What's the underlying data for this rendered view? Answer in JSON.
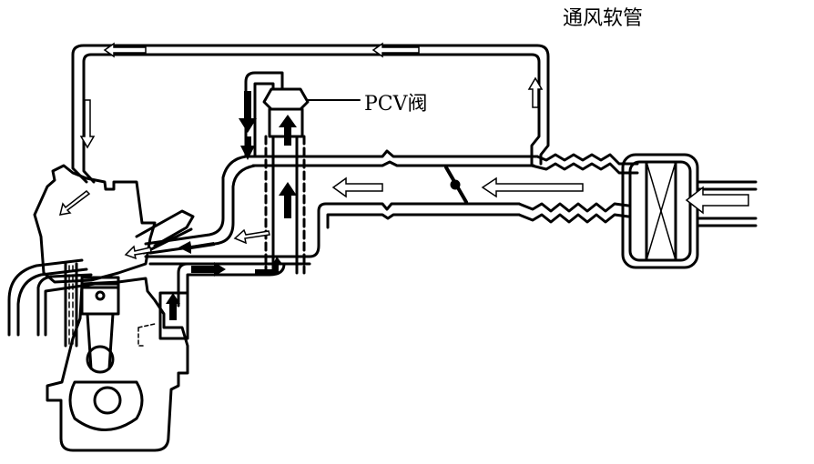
{
  "diagram": {
    "type": "PCV crankcase ventilation system",
    "labels": {
      "ventilation_hose": "通风软管",
      "pcv_valve": "PCV阀"
    },
    "components": [
      "engine-block",
      "cylinder-head",
      "piston",
      "connecting-rod",
      "crankshaft",
      "intake-manifold",
      "throttle-valve",
      "pcv-valve",
      "ventilation-hose",
      "air-filter",
      "intake-bellows",
      "oil-separator"
    ],
    "flows": {
      "fresh_air": "white arrows",
      "blow_by_gas": "black arrows"
    }
  }
}
